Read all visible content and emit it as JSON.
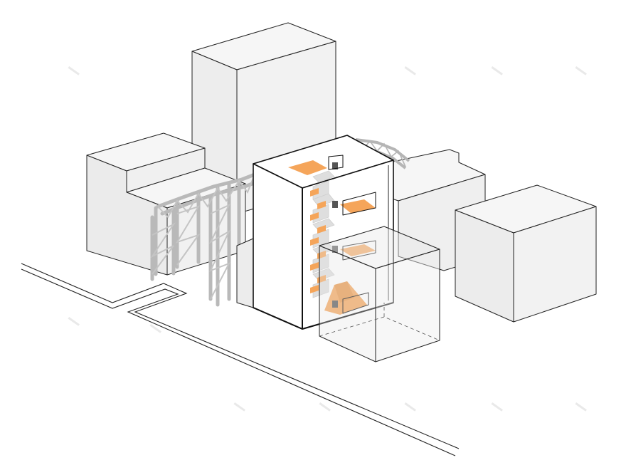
{
  "diagram": {
    "kind": "isometric-massing",
    "colors": {
      "background": "#ffffff",
      "block_top": "#f6f6f6",
      "block_side": "#efefef",
      "block_front": "#e9e9e9",
      "edge": "#222222",
      "truss": "#bdbdbd",
      "stair": "#f5a55a",
      "stair_dark": "#e08a3c",
      "wall_grey": "#d9d9d9",
      "window_dark": "#555555",
      "watermark": "#e7e7e7"
    },
    "components": [
      "neighbor-block-left",
      "tall-tower-back",
      "neighbor-block-right",
      "neighbor-block-far-right",
      "central-tower",
      "glass-annex",
      "truss-bridge",
      "street-curb",
      "stair-sequence"
    ]
  }
}
